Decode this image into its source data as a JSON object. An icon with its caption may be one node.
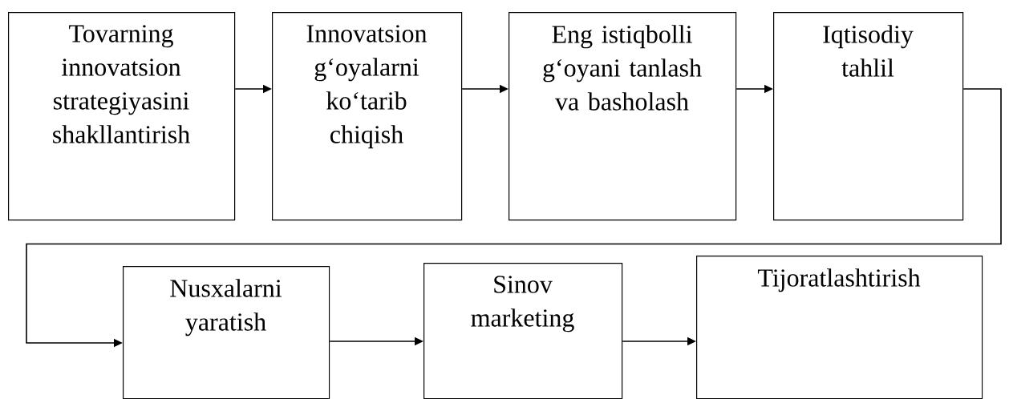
{
  "diagram": {
    "nodes": [
      {
        "text": [
          "Tovarning innovatsion strategiyasini shakllantirish"
        ]
      },
      {
        "text": [
          "Innovatsion g‘oyalarni ko‘tarib chiqish"
        ]
      },
      {
        "text": [
          "Eng istiqbolli g‘oyani tanlash va basholash"
        ]
      },
      {
        "text": [
          "Iqtisodiy tahlil"
        ]
      },
      {
        "text": [
          "Nusxalarni yaratish"
        ]
      },
      {
        "text": [
          "Sinov marketing"
        ]
      },
      {
        "text": [
          "Tijoratlashtirish"
        ]
      }
    ],
    "edges": [
      {
        "from": 0,
        "to": 1,
        "arrow": "to"
      },
      {
        "from": 1,
        "to": 2,
        "arrow": "to"
      },
      {
        "from": 2,
        "to": 3,
        "arrow": "to"
      },
      {
        "from": 3,
        "to": 4,
        "arrow": "to"
      },
      {
        "from": 4,
        "to": 5,
        "arrow": "to"
      },
      {
        "from": 5,
        "to": 6,
        "arrow": "to"
      }
    ]
  }
}
